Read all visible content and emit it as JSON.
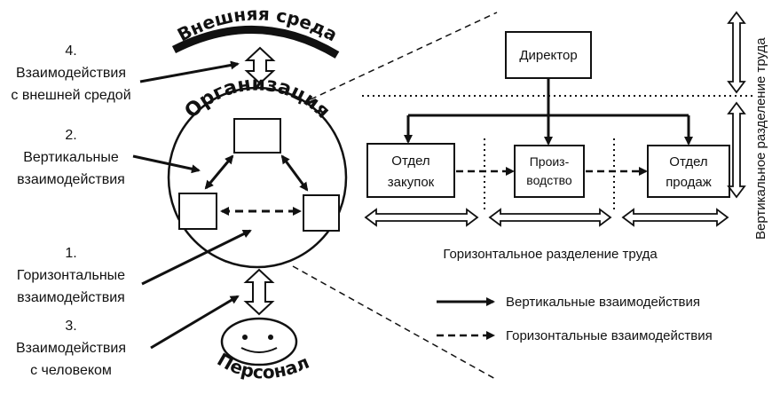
{
  "left": {
    "env_label": "Внешняя среда",
    "org_label": "Организация",
    "personnel_label": "Персонал",
    "annotations": [
      {
        "num": "4.",
        "line1": "Взаимодействия",
        "line2": "с внешней средой"
      },
      {
        "num": "2.",
        "line1": "Вертикальные",
        "line2": "взаимодействия"
      },
      {
        "num": "1.",
        "line1": "Горизонтальные",
        "line2": "взаимодействия"
      },
      {
        "num": "3.",
        "line1": "Взаимодействия",
        "line2": "с человеком"
      }
    ]
  },
  "right": {
    "director": "Директор",
    "departments": [
      {
        "line1": "Отдел",
        "line2": "закупок"
      },
      {
        "line1": "Произ-",
        "line2": "водство"
      },
      {
        "line1": "Отдел",
        "line2": "продаж"
      }
    ],
    "horizontal_division": "Горизонтальное разделение труда",
    "vertical_division": "Вертикальное разделение труда",
    "legend": {
      "vertical": "Вертикальные взаимодействия",
      "horizontal": "Горизонтальные взаимодействия"
    }
  }
}
